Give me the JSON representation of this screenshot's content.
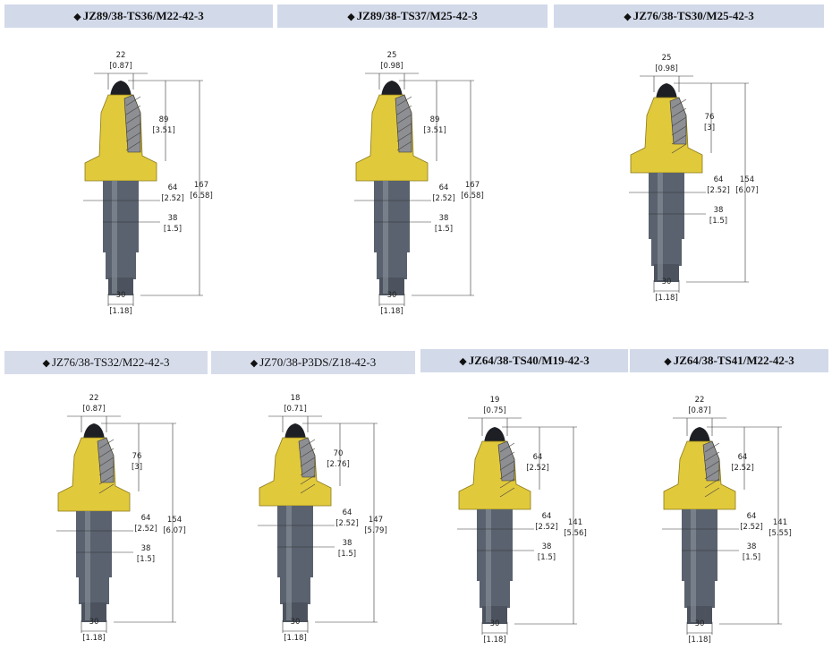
{
  "colors": {
    "carbide_yellow": "#e1c93c",
    "body_gray": "#5a626f",
    "tip_dark": "#1d1f24",
    "title_bg": "#d2d9e9"
  },
  "products": [
    {
      "title": "JZ89/38-TS36/M22-42-3",
      "tip_width": "22",
      "tip_width_in": "[0.87]",
      "head_len": "89",
      "head_len_in": "[3.51]",
      "total_len": "167",
      "total_len_in": "[6.58]",
      "shoulder": "64",
      "shoulder_in": "[2.52]",
      "shank": "38",
      "shank_in": "[1.5]",
      "end": "30",
      "end_in": "[1.18]"
    },
    {
      "title": "JZ89/38-TS37/M25-42-3",
      "tip_width": "25",
      "tip_width_in": "[0.98]",
      "head_len": "89",
      "head_len_in": "[3.51]",
      "total_len": "167",
      "total_len_in": "[6.58]",
      "shoulder": "64",
      "shoulder_in": "[2.52]",
      "shank": "38",
      "shank_in": "[1.5]",
      "end": "30",
      "end_in": "[1.18]"
    },
    {
      "title": "JZ76/38-TS30/M25-42-3",
      "tip_width": "25",
      "tip_width_in": "[0.98]",
      "head_len": "76",
      "head_len_in": "[3]",
      "total_len": "154",
      "total_len_in": "[6.07]",
      "shoulder": "64",
      "shoulder_in": "[2.52]",
      "shank": "38",
      "shank_in": "[1.5]",
      "end": "30",
      "end_in": "[1.18]"
    },
    {
      "title": "JZ76/38-TS32/M22-42-3",
      "tip_width": "22",
      "tip_width_in": "[0.87]",
      "head_len": "76",
      "head_len_in": "[3]",
      "total_len": "154",
      "total_len_in": "[6.07]",
      "shoulder": "64",
      "shoulder_in": "[2.52]",
      "shank": "38",
      "shank_in": "[1.5]",
      "end": "30",
      "end_in": "[1.18]"
    },
    {
      "title": "JZ70/38-P3DS/Z18-42-3",
      "tip_width": "18",
      "tip_width_in": "[0.71]",
      "head_len": "70",
      "head_len_in": "[2.76]",
      "total_len": "147",
      "total_len_in": "[5.79]",
      "shoulder": "64",
      "shoulder_in": "[2.52]",
      "shank": "38",
      "shank_in": "[1.5]",
      "end": "30",
      "end_in": "[1.18]"
    },
    {
      "title": "JZ64/38-TS40/M19-42-3",
      "tip_width": "19",
      "tip_width_in": "[0.75]",
      "head_len": "64",
      "head_len_in": "[2.52]",
      "total_len": "141",
      "total_len_in": "[5.56]",
      "shoulder": "64",
      "shoulder_in": "[2.52]",
      "shank": "38",
      "shank_in": "[1.5]",
      "end": "30",
      "end_in": "[1.18]"
    },
    {
      "title": "JZ64/38-TS41/M22-42-3",
      "tip_width": "22",
      "tip_width_in": "[0.87]",
      "head_len": "64",
      "head_len_in": "[2.52]",
      "total_len": "141",
      "total_len_in": "[5.55]",
      "shoulder": "64",
      "shoulder_in": "[2.52]",
      "shank": "38",
      "shank_in": "[1.5]",
      "end": "30",
      "end_in": "[1.18]"
    }
  ]
}
